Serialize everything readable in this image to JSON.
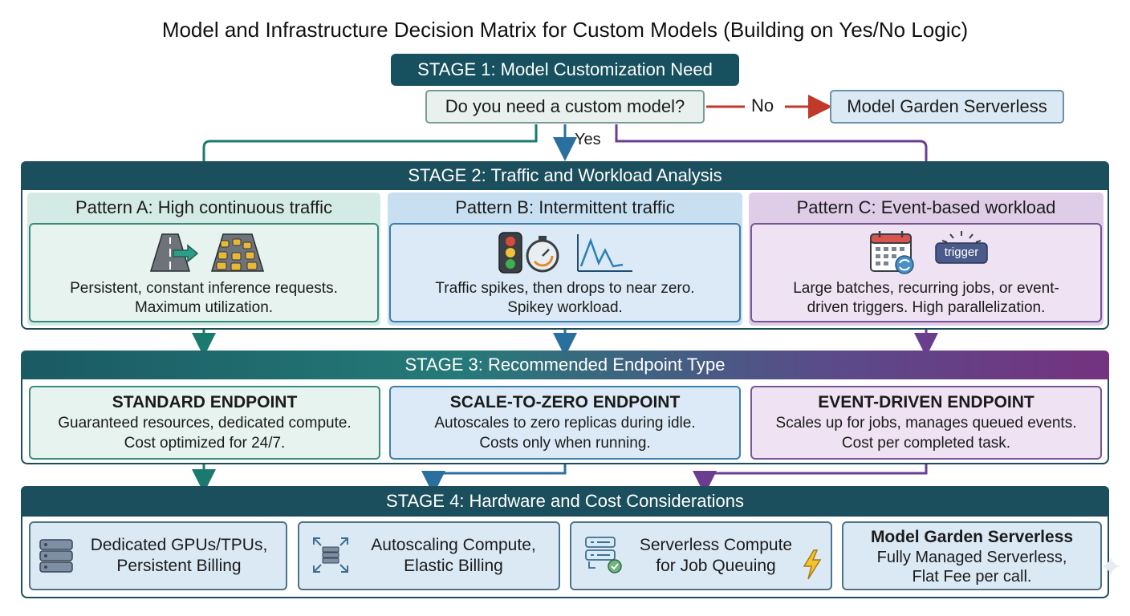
{
  "title": "Model and Infrastructure Decision Matrix for Custom Models (Building on Yes/No Logic)",
  "stage1": {
    "label": "STAGE 1: Model Customization Need",
    "question": "Do you need a custom model?",
    "no_label": "No",
    "yes_label": "Yes",
    "no_target": "Model Garden Serverless"
  },
  "stage2": {
    "label": "STAGE 2: Traffic and Workload Analysis",
    "patterns": [
      {
        "title": "Pattern A: High continuous traffic",
        "line1": "Persistent, constant inference requests.",
        "line2": "Maximum utilization."
      },
      {
        "title": "Pattern B: Intermittent traffic",
        "line1": "Traffic spikes, then drops to near zero.",
        "line2": "Spikey workload."
      },
      {
        "title": "Pattern C: Event-based workload",
        "line1": "Large batches, recurring jobs, or event-",
        "line2": "driven triggers. High parallelization.",
        "icon_text": "trigger"
      }
    ]
  },
  "stage3": {
    "label": "STAGE 3: Recommended Endpoint Type",
    "endpoints": [
      {
        "title": "STANDARD ENDPOINT",
        "line1": "Guaranteed resources, dedicated compute.",
        "line2": "Cost optimized for 24/7."
      },
      {
        "title": "SCALE-TO-ZERO ENDPOINT",
        "line1": "Autoscales to zero replicas during idle.",
        "line2": "Costs only when running."
      },
      {
        "title": "EVENT-DRIVEN ENDPOINT",
        "line1": "Scales up for jobs, manages queued events.",
        "line2": "Cost per completed task."
      }
    ]
  },
  "stage4": {
    "label": "STAGE 4: Hardware and Cost Considerations",
    "items": [
      {
        "line1": "Dedicated GPUs/TPUs,",
        "line2": "Persistent Billing",
        "icon": "server-icon"
      },
      {
        "line1": "Autoscaling Compute,",
        "line2": "Elastic Billing",
        "icon": "autoscale-icon"
      },
      {
        "line1": "Serverless Compute",
        "line2": "for Job Queuing",
        "icon": "queue-icon"
      },
      {
        "title": "Model Garden Serverless",
        "line1": "Fully Managed Serverless,",
        "line2": "Flat Fee per call."
      }
    ]
  },
  "colors": {
    "teal": "#1a7a6e",
    "blue": "#2b7fb5",
    "purple": "#6b3d8f",
    "red": "#c0392b",
    "navy": "#1c4f5d"
  }
}
